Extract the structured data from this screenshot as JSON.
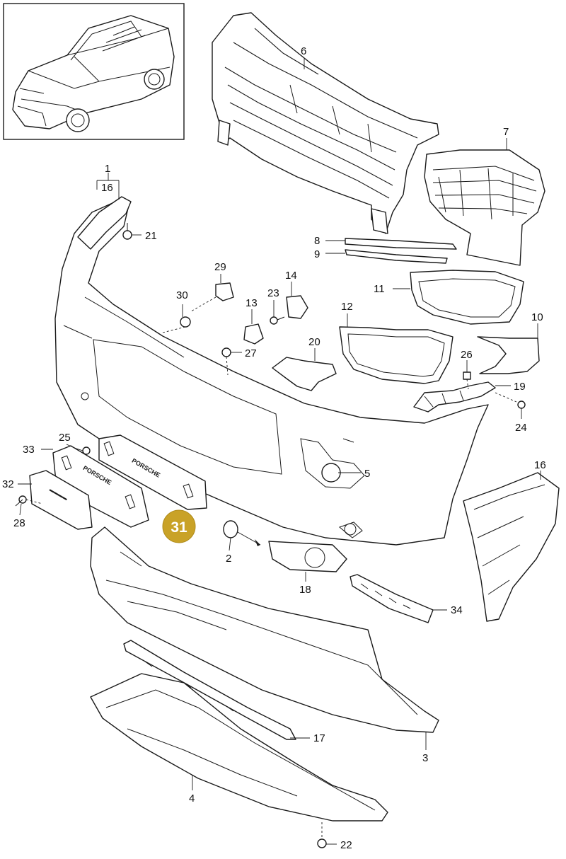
{
  "callouts": [
    {
      "id": "c1",
      "label": "1"
    },
    {
      "id": "c16a",
      "label": "16"
    },
    {
      "id": "c21",
      "label": "21"
    },
    {
      "id": "c6",
      "label": "6"
    },
    {
      "id": "c7",
      "label": "7"
    },
    {
      "id": "c8",
      "label": "8"
    },
    {
      "id": "c9",
      "label": "9"
    },
    {
      "id": "c29",
      "label": "29"
    },
    {
      "id": "c30",
      "label": "30"
    },
    {
      "id": "c14",
      "label": "14"
    },
    {
      "id": "c23",
      "label": "23"
    },
    {
      "id": "c13",
      "label": "13"
    },
    {
      "id": "c11",
      "label": "11"
    },
    {
      "id": "c12",
      "label": "12"
    },
    {
      "id": "c10",
      "label": "10"
    },
    {
      "id": "c27",
      "label": "27"
    },
    {
      "id": "c20",
      "label": "20"
    },
    {
      "id": "c26",
      "label": "26"
    },
    {
      "id": "c19",
      "label": "19"
    },
    {
      "id": "c24",
      "label": "24"
    },
    {
      "id": "c25",
      "label": "25"
    },
    {
      "id": "c33",
      "label": "33"
    },
    {
      "id": "c5",
      "label": "5"
    },
    {
      "id": "c16b",
      "label": "16"
    },
    {
      "id": "c32",
      "label": "32"
    },
    {
      "id": "c28",
      "label": "28"
    },
    {
      "id": "c2",
      "label": "2"
    },
    {
      "id": "c18",
      "label": "18"
    },
    {
      "id": "c34",
      "label": "34"
    },
    {
      "id": "c17",
      "label": "17"
    },
    {
      "id": "c3",
      "label": "3"
    },
    {
      "id": "c4",
      "label": "4"
    },
    {
      "id": "c22",
      "label": "22"
    }
  ],
  "highlight": {
    "label": "31",
    "color": "#c9a227"
  },
  "plate_text": {
    "front": "PORSCHE",
    "rear": "PORSCHE"
  },
  "icons": {
    "overview": "vehicle-overview-thumbnail"
  }
}
